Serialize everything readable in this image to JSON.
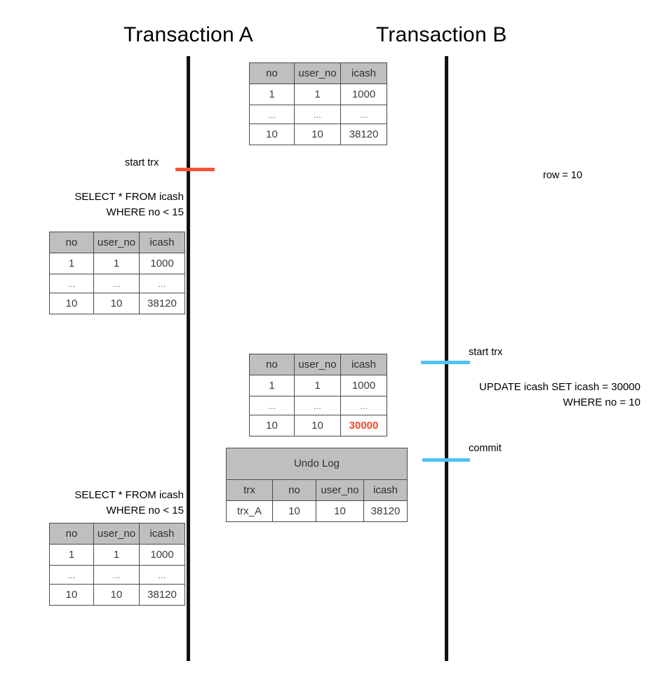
{
  "diagram": {
    "title_a": "Transaction A",
    "title_b": "Transaction B",
    "note_row": "row = 10"
  },
  "columns": {
    "no": "no",
    "user_no": "user_no",
    "icash": "icash",
    "trx": "trx",
    "dots": "..."
  },
  "events": {
    "a_start_trx": "start trx",
    "b_start_trx": "start trx",
    "b_commit": "commit"
  },
  "sql": {
    "a_select_1_line1": "SELECT * FROM icash",
    "a_select_1_line2": "WHERE no < 15",
    "a_select_2_line1": "SELECT * FROM icash",
    "a_select_2_line2": "WHERE no < 15",
    "b_update_line1": "UPDATE icash SET icash = 30000",
    "b_update_line2": "WHERE no = 10"
  },
  "tables": {
    "initial": {
      "headers": [
        "no",
        "user_no",
        "icash"
      ],
      "rows": [
        [
          "1",
          "1",
          "1000"
        ],
        [
          "...",
          "...",
          "..."
        ],
        [
          "10",
          "10",
          "38120"
        ]
      ]
    },
    "select_result_1": {
      "headers": [
        "no",
        "user_no",
        "icash"
      ],
      "rows": [
        [
          "1",
          "1",
          "1000"
        ],
        [
          "...",
          "...",
          "..."
        ],
        [
          "10",
          "10",
          "38120"
        ]
      ]
    },
    "after_update": {
      "headers": [
        "no",
        "user_no",
        "icash"
      ],
      "rows": [
        [
          "1",
          "1",
          "1000"
        ],
        [
          "...",
          "...",
          "..."
        ],
        [
          "10",
          "10",
          "30000"
        ]
      ],
      "highlight_cell": "30000"
    },
    "undo_log": {
      "title": "Undo Log",
      "headers": [
        "trx",
        "no",
        "user_no",
        "icash"
      ],
      "rows": [
        [
          "trx_A",
          "10",
          "10",
          "38120"
        ]
      ]
    },
    "select_result_2": {
      "headers": [
        "no",
        "user_no",
        "icash"
      ],
      "rows": [
        [
          "1",
          "1",
          "1000"
        ],
        [
          "...",
          "...",
          "..."
        ],
        [
          "10",
          "10",
          "38120"
        ]
      ]
    }
  },
  "colors": {
    "tick_a": "#f4543c",
    "tick_b": "#4fc3f7",
    "header_gray": "#bfbfbf",
    "highlight": "#f4482a"
  }
}
